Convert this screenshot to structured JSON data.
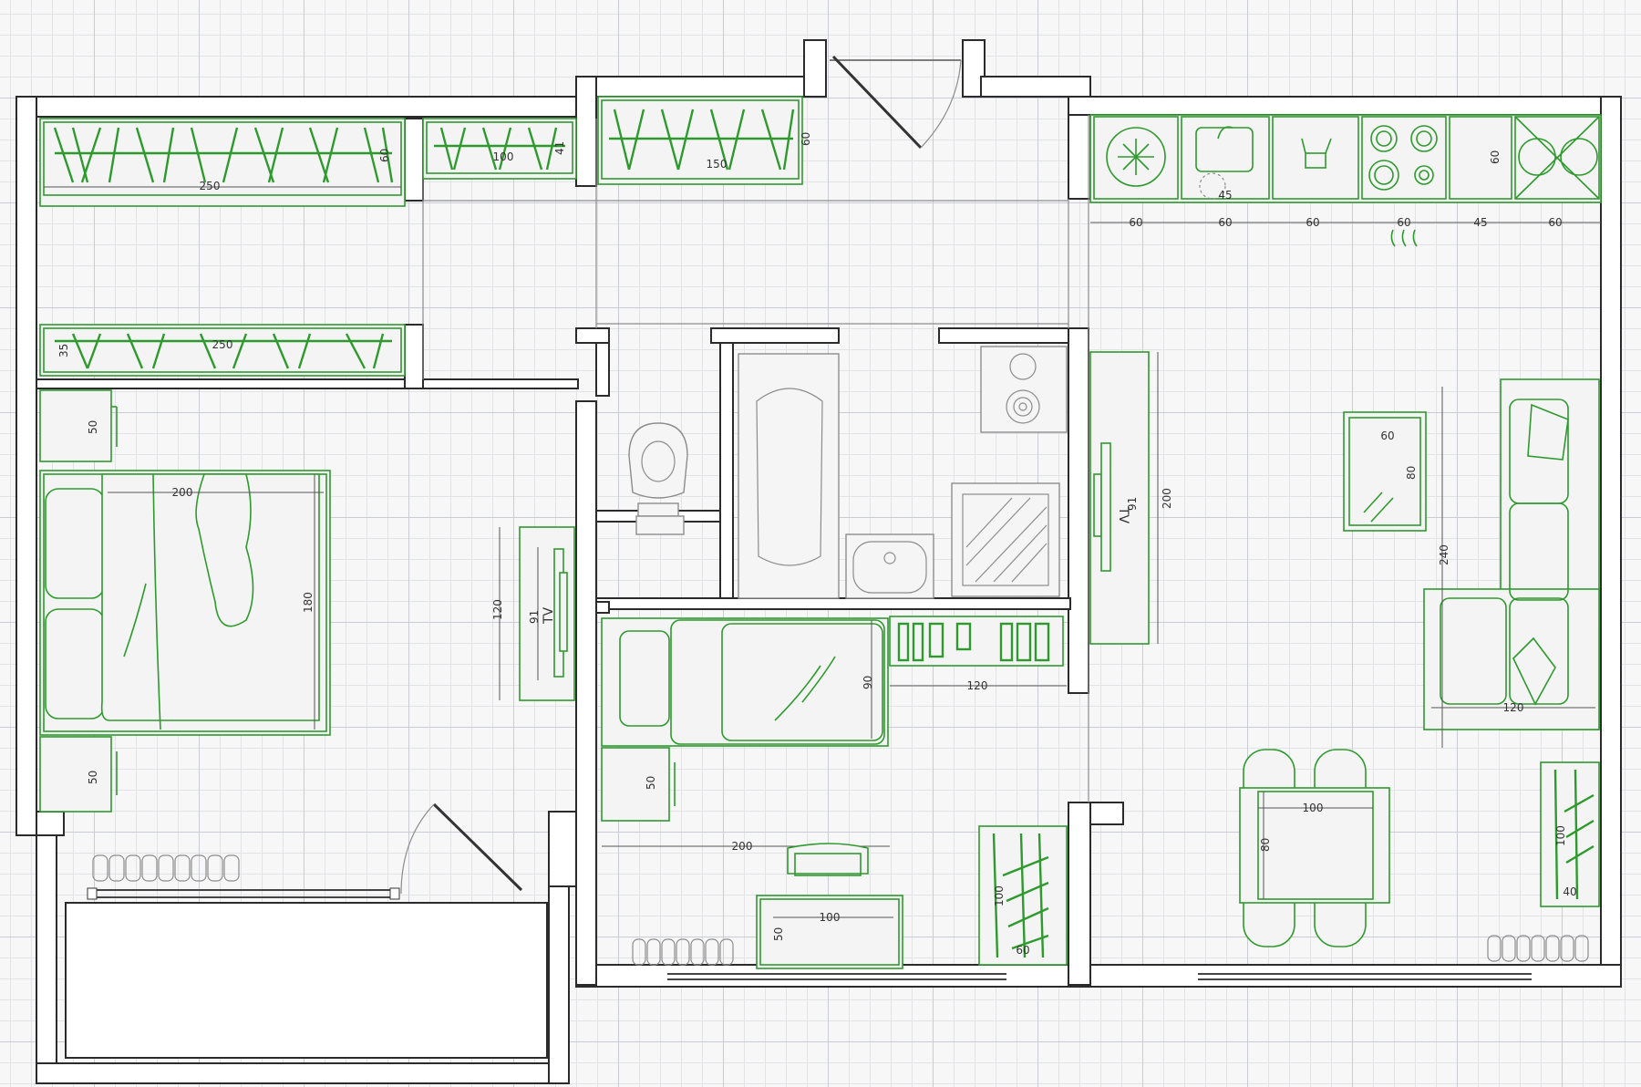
{
  "colors": {
    "furniture_stroke": "#2e9a2e",
    "wall_stroke": "#2b2b2b",
    "fixture_stroke": "#8c8c8c",
    "grid_major": "#c9ccd2",
    "grid_minor": "#e1e3e7"
  },
  "labels": {
    "wardrobe_top_width": "250",
    "wardrobe_top_depth": "60",
    "wardrobe_bottom_width": "250",
    "wardrobe_bottom_depth": "35",
    "hall_shelf_width": "100",
    "hall_shelf_depth": "41",
    "hall_wardrobe_width": "150",
    "hall_wardrobe_depth": "60",
    "nightstand_top": "50",
    "nightstand_bottom": "50",
    "bed_width": "200",
    "bed_length": "180",
    "tv_unit_length": "120",
    "tv_width_bedroom": "91",
    "tv_label_bedroom": "TV",
    "kitchen_depth": "60",
    "sink_bowl": "45",
    "kitchen_segments": [
      "60",
      "60",
      "60",
      "60",
      "45",
      "60"
    ],
    "tv_label_living": "TV",
    "tv_width_living": "91",
    "tv_unit_living": "200",
    "coffee_table_width": "60",
    "coffee_table_length": "80",
    "sofa_length": "240",
    "sofa_width": "120",
    "dining_table_width": "100",
    "dining_table_length": "80",
    "living_shelf_height": "100",
    "living_shelf_depth": "40",
    "kid_bed_length": "200",
    "kid_bed_width": "90",
    "kid_shelf_width": "120",
    "kid_nightstand": "50",
    "desk_width": "100",
    "desk_depth": "50",
    "kid_wardrobe_height": "100",
    "kid_wardrobe_depth": "60"
  }
}
